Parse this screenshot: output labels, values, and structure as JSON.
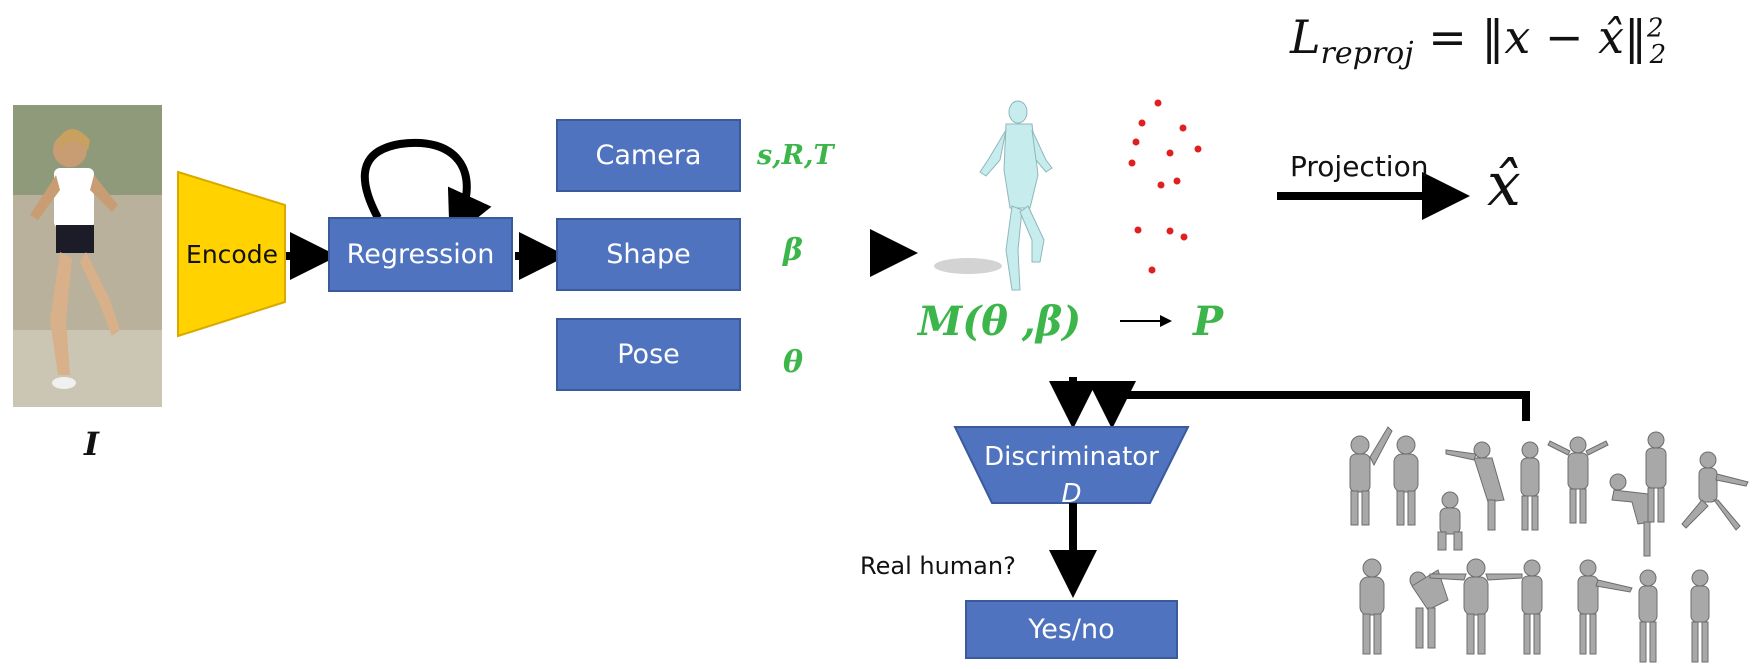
{
  "formula": {
    "loss": "L",
    "subscript": "reproj",
    "rhs": "= ‖x − x̂‖",
    "sup": "2",
    "sub2": "2"
  },
  "input_label": "I",
  "encoder_label": "Encode",
  "regression_label": "Regression",
  "params": {
    "camera": {
      "label": "Camera",
      "symbol": "s,R,T"
    },
    "shape": {
      "label": "Shape",
      "symbol": "β"
    },
    "pose": {
      "label": "Pose",
      "symbol": "θ"
    }
  },
  "model": {
    "text": "M(θ ,β)",
    "arrow_target": "P"
  },
  "projection": {
    "label": "Projection",
    "symbol": "x̂"
  },
  "discriminator": {
    "title": "Discriminator",
    "symbol": "D"
  },
  "question": "Real human?",
  "output": "Yes/no",
  "colors": {
    "box": "#4f73be",
    "encoder": "#ffd200",
    "green": "#3cb64a",
    "points": "#e02020"
  }
}
